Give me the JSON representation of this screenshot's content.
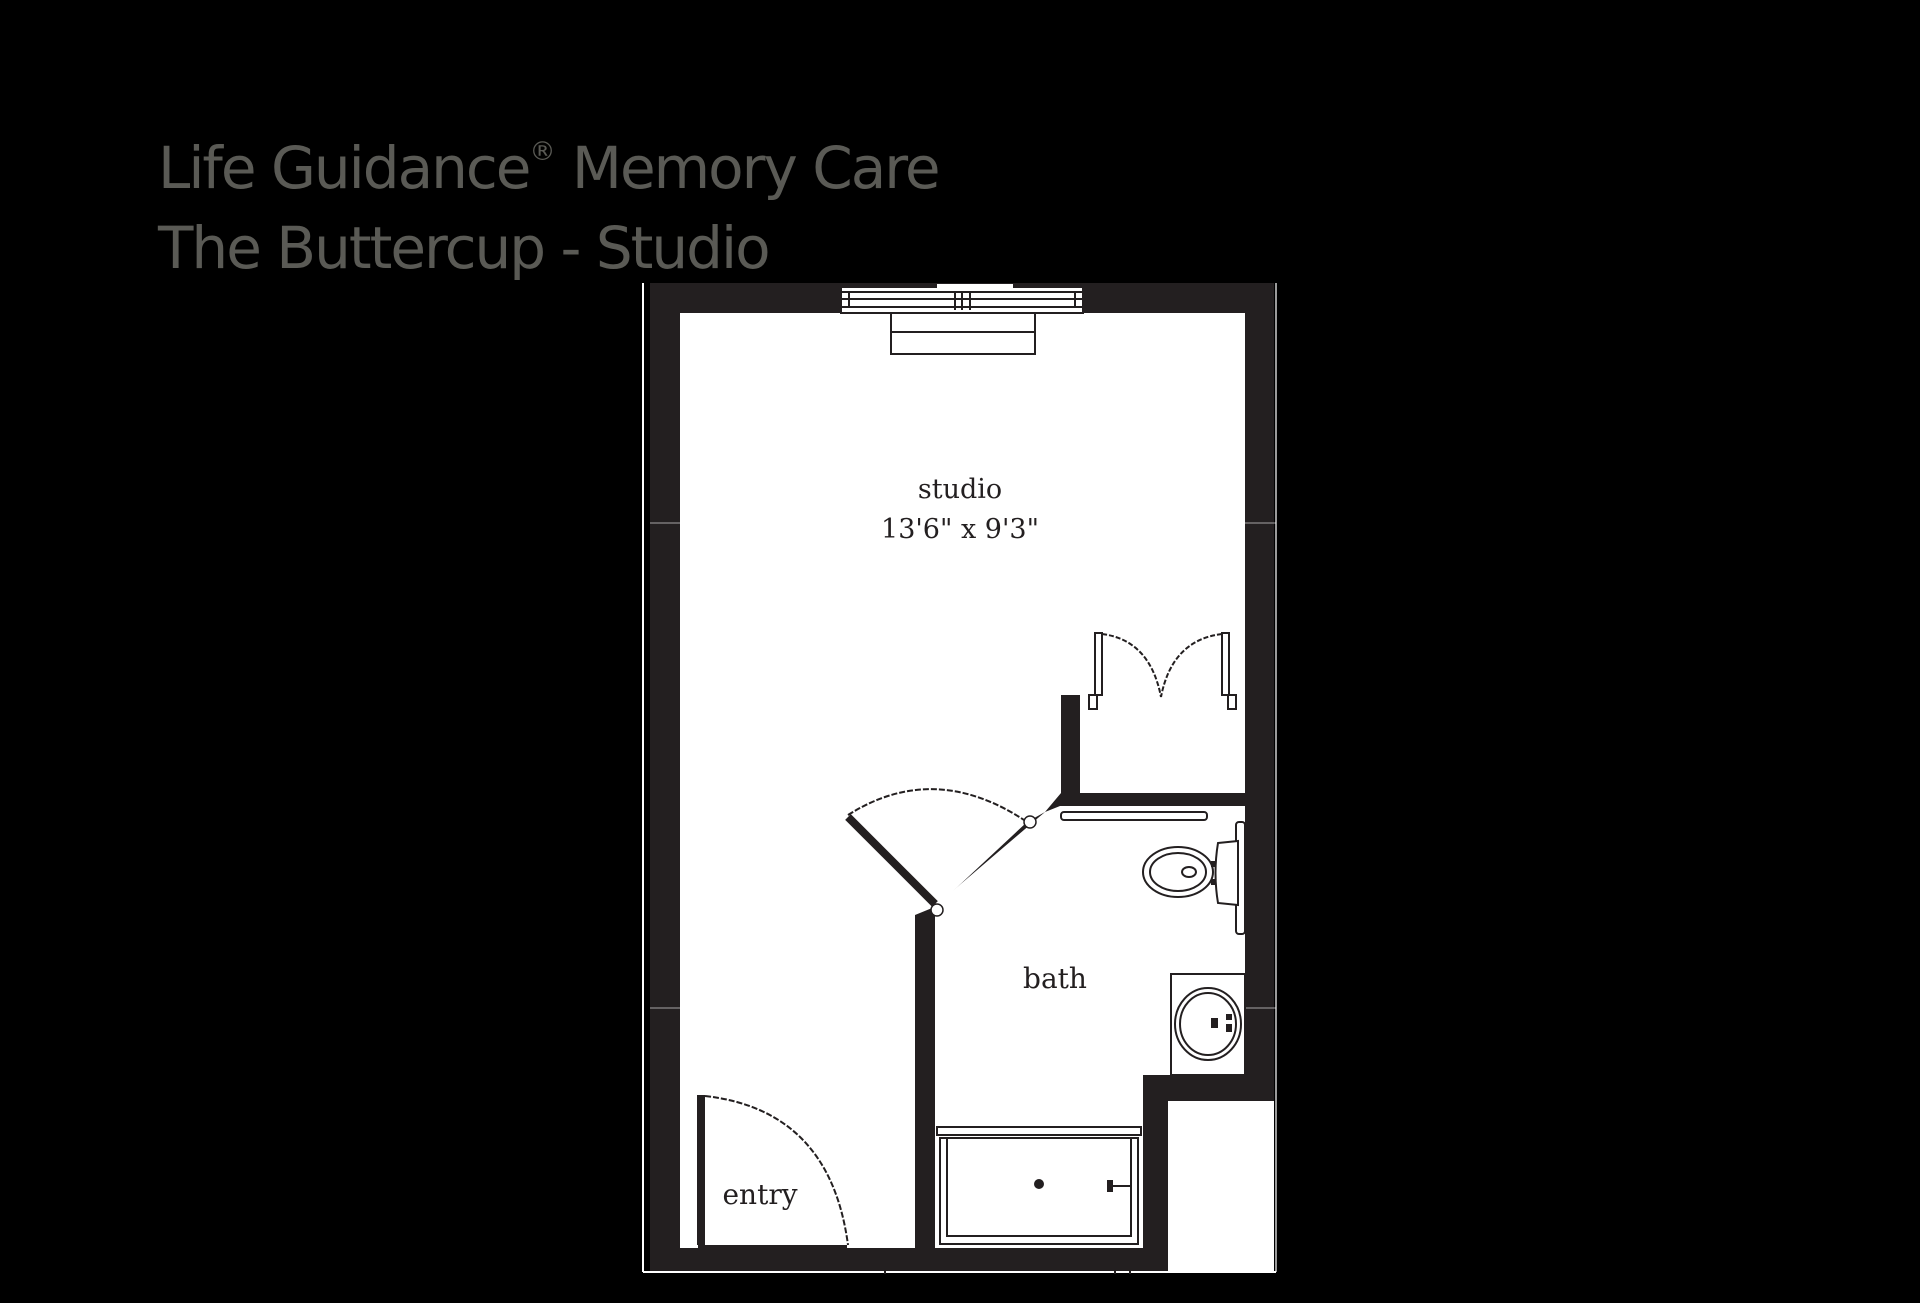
{
  "title": {
    "line1_prefix": "Life Guidance",
    "line1_reg": "®",
    "line1_suffix": " Memory Care",
    "line2": "The Buttercup - Studio"
  },
  "rooms": {
    "studio": {
      "name": "studio",
      "dimensions": "13'6\" x 9'3\""
    },
    "bath": {
      "name": "bath"
    },
    "entry": {
      "name": "entry"
    }
  },
  "fixtures": [
    "window-icon",
    "closet-double-doors-icon",
    "bath-door-icon",
    "entry-door-icon",
    "toilet-icon",
    "sink-icon",
    "shower-icon"
  ],
  "colors": {
    "background": "#000000",
    "wall": "#231f20",
    "floor": "#ffffff",
    "title_text": "#5a5a55"
  }
}
